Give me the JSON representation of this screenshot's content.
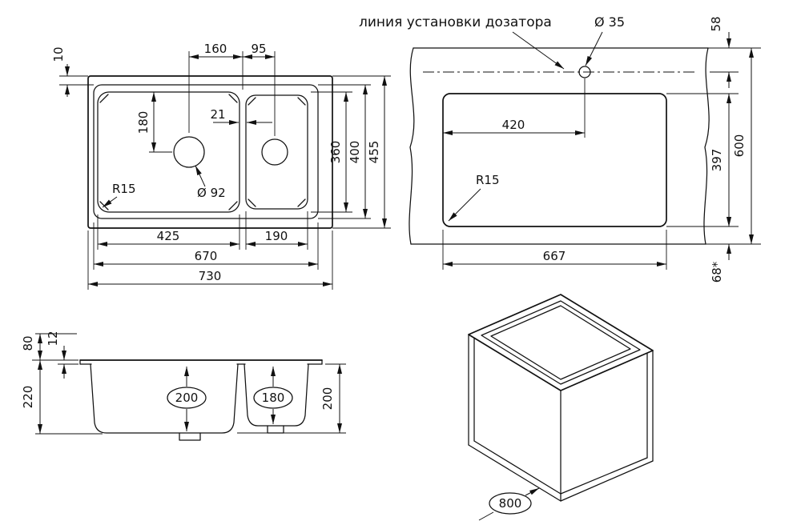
{
  "top_view": {
    "d10": "10",
    "d160": "160",
    "d95": "95",
    "d180": "180",
    "d21": "21",
    "d360": "360",
    "d400": "400",
    "d455": "455",
    "r15": "R15",
    "dia92": "Ø 92",
    "d425": "425",
    "d190": "190",
    "d670": "670",
    "d730": "730"
  },
  "cutout_view": {
    "note": "линия установки дозатора",
    "dia35": "Ø 35",
    "d58": "58",
    "d420": "420",
    "r15": "R15",
    "d397": "397",
    "d600": "600",
    "d667": "667",
    "d68": "68*"
  },
  "side_view": {
    "d80": "80",
    "d12": "12",
    "d220": "220",
    "b200": "200",
    "b180": "180",
    "d200": "200"
  },
  "iso_view": {
    "d800": "800"
  }
}
